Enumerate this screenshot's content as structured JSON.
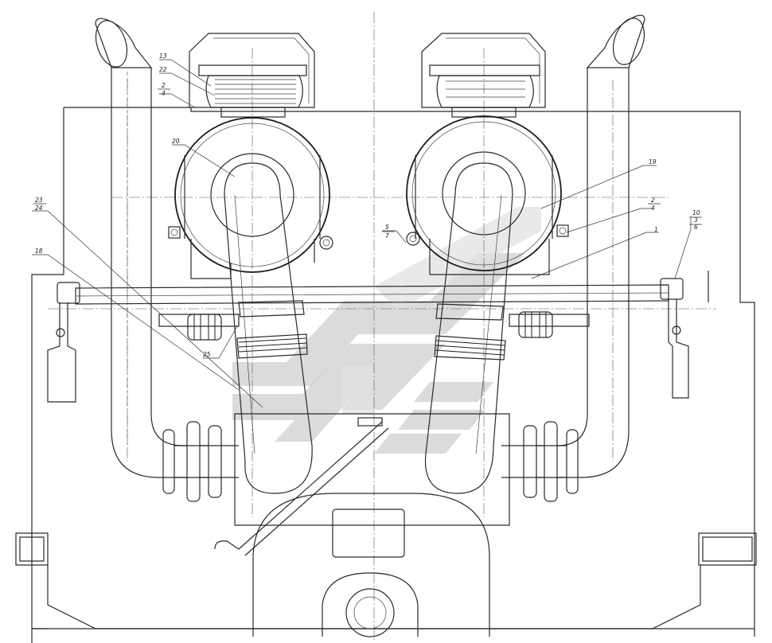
{
  "callouts": [
    {
      "id": "c13",
      "text": "13"
    },
    {
      "id": "c22",
      "text": "22"
    },
    {
      "id": "c2a",
      "text": "2"
    },
    {
      "id": "c4a",
      "text": "4"
    },
    {
      "id": "c20",
      "text": "20"
    },
    {
      "id": "c19",
      "text": "19"
    },
    {
      "id": "c23",
      "text": "23"
    },
    {
      "id": "c24",
      "text": "24"
    },
    {
      "id": "c18",
      "text": "18"
    },
    {
      "id": "c5",
      "text": "5"
    },
    {
      "id": "c7",
      "text": "7"
    },
    {
      "id": "c2b",
      "text": "2"
    },
    {
      "id": "c4b",
      "text": "4"
    },
    {
      "id": "c1",
      "text": "1"
    },
    {
      "id": "c10",
      "text": "10"
    },
    {
      "id": "c3",
      "text": "3"
    },
    {
      "id": "c6",
      "text": "6"
    },
    {
      "id": "c25",
      "text": "25"
    }
  ],
  "colors": {
    "line": "#2a2a2a",
    "watermark": "#cfcfcf",
    "background": "#ffffff"
  }
}
